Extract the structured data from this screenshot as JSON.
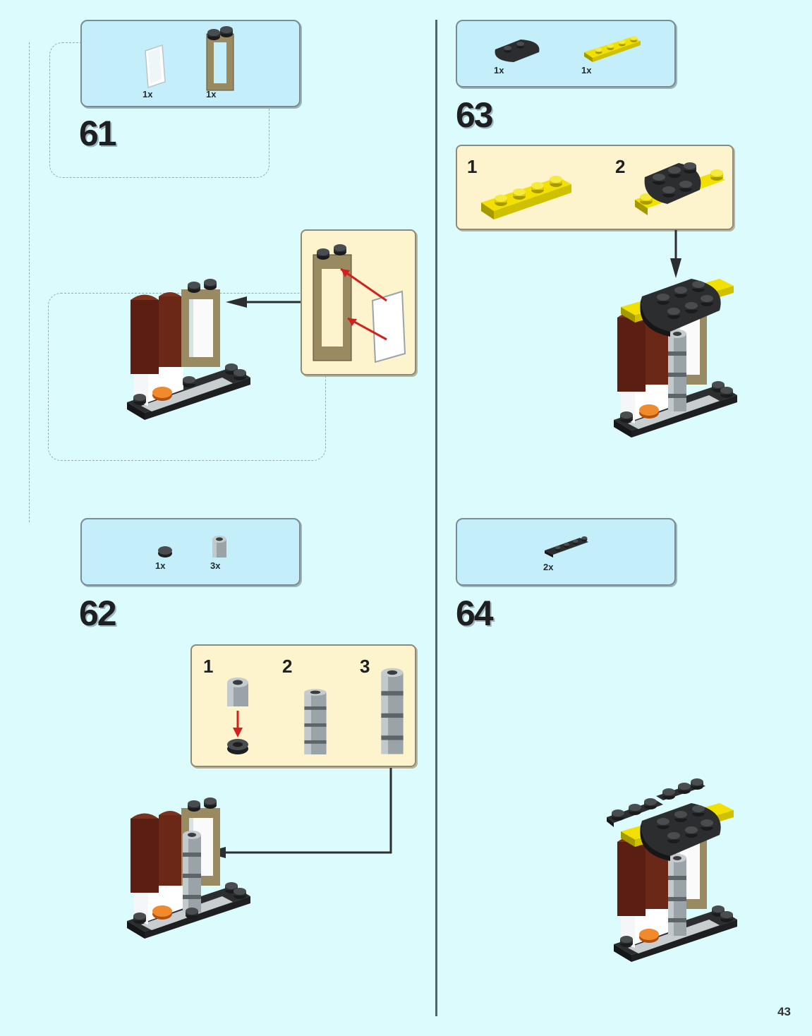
{
  "page_number": "43",
  "steps": [
    {
      "number": "61",
      "parts": [
        {
          "quantity": "1x",
          "icon": "transparent-glass-pane"
        },
        {
          "quantity": "1x",
          "icon": "tan-window-frame"
        }
      ]
    },
    {
      "number": "62",
      "parts": [
        {
          "quantity": "1x",
          "icon": "dark-round-plate"
        },
        {
          "quantity": "3x",
          "icon": "grey-round-brick"
        }
      ],
      "substeps": [
        "1",
        "2",
        "3"
      ]
    },
    {
      "number": "63",
      "parts": [
        {
          "quantity": "1x",
          "icon": "black-round-plate"
        },
        {
          "quantity": "1x",
          "icon": "yellow-plate-1x4"
        }
      ],
      "substeps": [
        "1",
        "2"
      ]
    },
    {
      "number": "64",
      "parts": [
        {
          "quantity": "2x",
          "icon": "black-plate-1x4"
        }
      ]
    }
  ],
  "colors": {
    "page_bg": "#dcfbfd",
    "parts_box": "#c3eefa",
    "substep_box": "#fdf3cc",
    "arrow_red": "#d41f1f",
    "brick_brown": "#5a1e12",
    "brick_tan": "#9a8a62",
    "brick_yellow": "#f2e100",
    "brick_black": "#2b2d2e",
    "brick_grey": "#9aa3a7"
  }
}
